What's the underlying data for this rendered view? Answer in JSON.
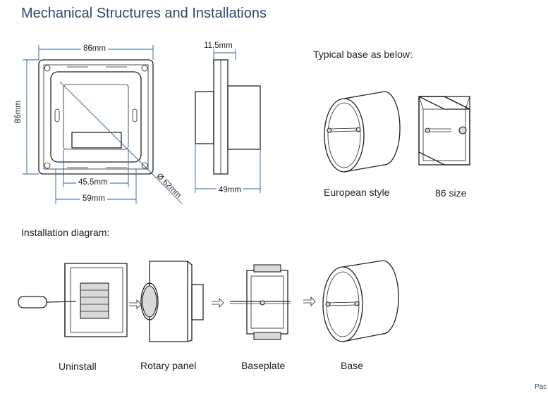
{
  "title": "Mechanical Structures and Installations",
  "dims": {
    "width": "86mm",
    "height": "86mm",
    "depth_top": "11.5mm",
    "depth_bottom": "49mm",
    "inner_a": "45.5mm",
    "inner_b": "59mm",
    "diameter": "Ø 62mm"
  },
  "typical_base": "Typical base as below:",
  "base_labels": {
    "european": "European style",
    "size86": "86 size"
  },
  "install_title": "Installation diagram:",
  "steps": [
    "Uninstall",
    "Rotary panel",
    "Baseplate",
    "Base"
  ],
  "footer": "Pac"
}
